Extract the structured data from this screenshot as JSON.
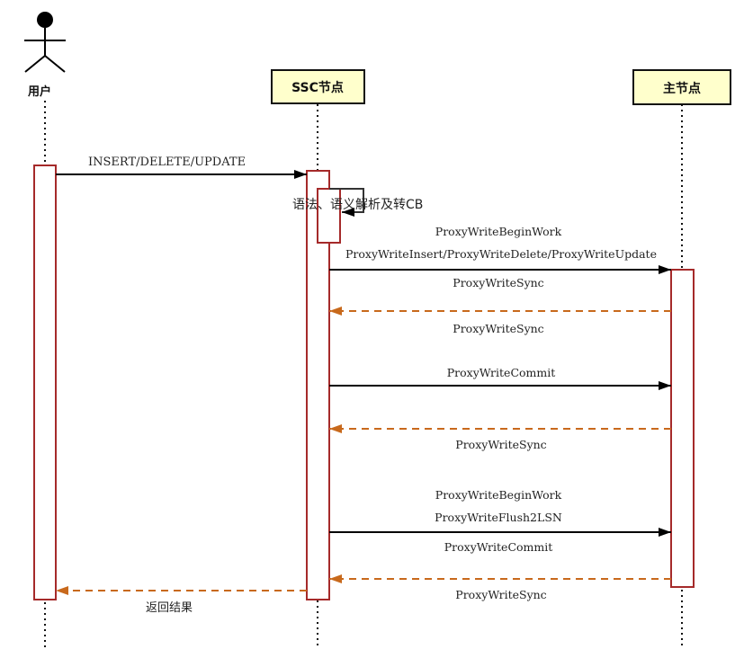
{
  "participants": {
    "user": "用户",
    "ssc": "SSC节点",
    "master": "主节点"
  },
  "colors": {
    "box_fill": "#FFFFCC",
    "activation_border": "#A52A2A",
    "sync_arrow": "#C8691C",
    "solid_arrow": "#000000"
  },
  "messages": {
    "m1": "INSERT/DELETE/UPDATE",
    "m2": "语法、语义解析及转CB",
    "m3": "ProxyWriteBeginWork",
    "m4": "ProxyWriteInsert/ProxyWriteDelete/ProxyWriteUpdate",
    "m5": "ProxyWriteSync",
    "m6": "ProxyWriteSync",
    "m7": "ProxyWriteCommit",
    "m8": "ProxyWriteSync",
    "m9": "ProxyWriteBeginWork",
    "m10": "ProxyWriteFlush2LSN",
    "m11": "ProxyWriteCommit",
    "m12": "ProxyWriteSync",
    "m13": "返回结果"
  }
}
